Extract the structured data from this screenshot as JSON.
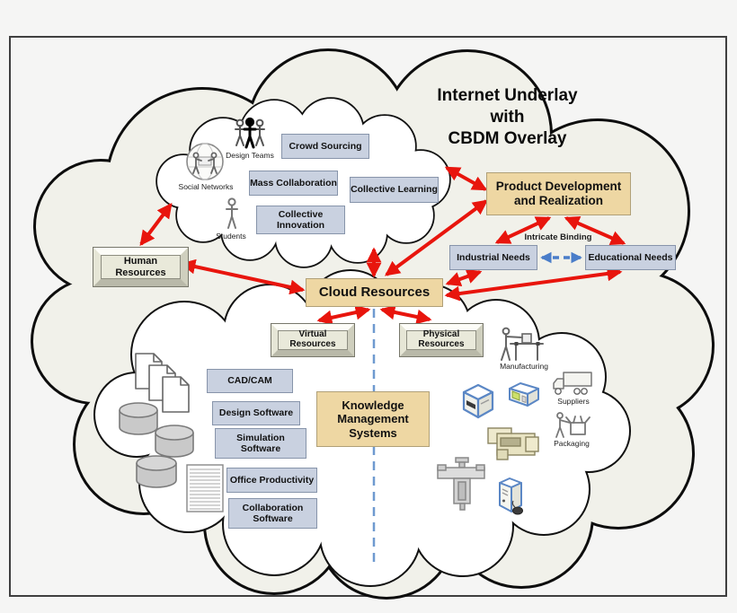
{
  "title": "Internet Underlay\nwith\nCBDM Overlay",
  "social_cloud": {
    "design_teams_label": "Design Teams",
    "social_networks_label": "Social Networks",
    "students_label": "Students",
    "crowd_sourcing": "Crowd Sourcing",
    "mass_collaboration": "Mass Collaboration",
    "collective_learning": "Collective Learning",
    "collective_innovation": "Collective\nInnovation"
  },
  "overlay": {
    "product_development": "Product Development\nand Realization",
    "intricate_binding": "Intricate Binding",
    "industrial_needs": "Industrial Needs",
    "educational_needs": "Educational Needs",
    "human_resources": "Human\nResources",
    "cloud_resources": "Cloud Resources"
  },
  "resources_cloud": {
    "virtual_resources": "Virtual\nResources",
    "physical_resources": "Physical\nResources",
    "knowledge_management": "Knowledge\nManagement\nSystems",
    "software": {
      "cad_cam": "CAD/CAM",
      "design": "Design Software",
      "simulation": "Simulation\nSoftware",
      "office": "Office Productivity",
      "collaboration": "Collaboration\nSoftware"
    },
    "physical_labels": {
      "manufacturing": "Manufacturing",
      "suppliers": "Suppliers",
      "packaging": "Packaging"
    }
  },
  "colors": {
    "arrow_red": "#e8150d",
    "arrow_blue": "#4a7dc9",
    "divider_blue": "#6f9ad0",
    "box_blue": "#c9d1e0",
    "box_tan": "#eed7a3",
    "bevel_panel": "#e9e9da",
    "cloud_fill": "#f1f1ea"
  }
}
